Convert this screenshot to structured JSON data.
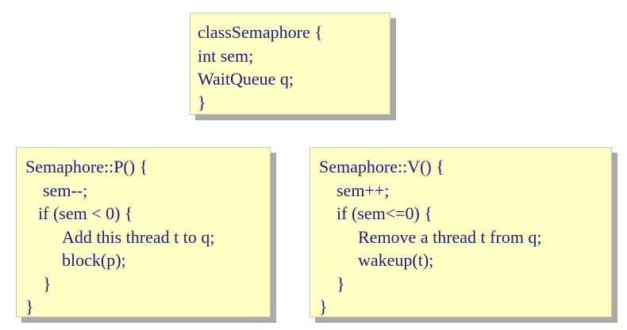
{
  "diagram": {
    "class_box": {
      "lines": [
        "classSemaphore {",
        "int sem;",
        "WaitQueue q;",
        "}"
      ]
    },
    "p_box": {
      "lines": [
        "Semaphore::P() {",
        "sem--;",
        "if (sem < 0) {",
        "Add this thread t to q;",
        "block(p);",
        "}",
        "}"
      ]
    },
    "v_box": {
      "lines": [
        "Semaphore::V() {",
        "sem++;",
        "if (sem<=0) {",
        "Remove a thread t from q;",
        "wakeup(t);",
        "}",
        "}"
      ]
    },
    "colors": {
      "box_fill": "#ffffc6",
      "text": "#1c1c7a",
      "shadow": "#a9a9a9"
    }
  }
}
